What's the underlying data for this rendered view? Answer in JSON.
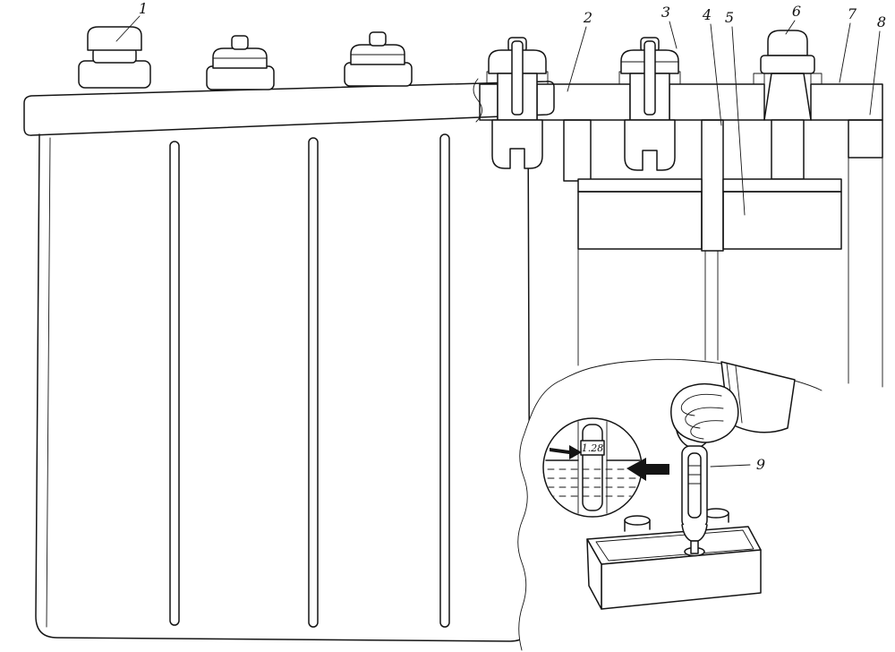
{
  "figure": {
    "name": "storage-battery-cutaway-diagram",
    "callouts": [
      {
        "n": "1"
      },
      {
        "n": "2"
      },
      {
        "n": "3"
      },
      {
        "n": "4"
      },
      {
        "n": "5"
      },
      {
        "n": "6"
      },
      {
        "n": "7"
      },
      {
        "n": "8"
      },
      {
        "n": "9"
      }
    ],
    "inset": {
      "hydrometer_reading": "1.28"
    },
    "colors": {
      "ink": "#141414",
      "paper": "#ffffff"
    }
  }
}
